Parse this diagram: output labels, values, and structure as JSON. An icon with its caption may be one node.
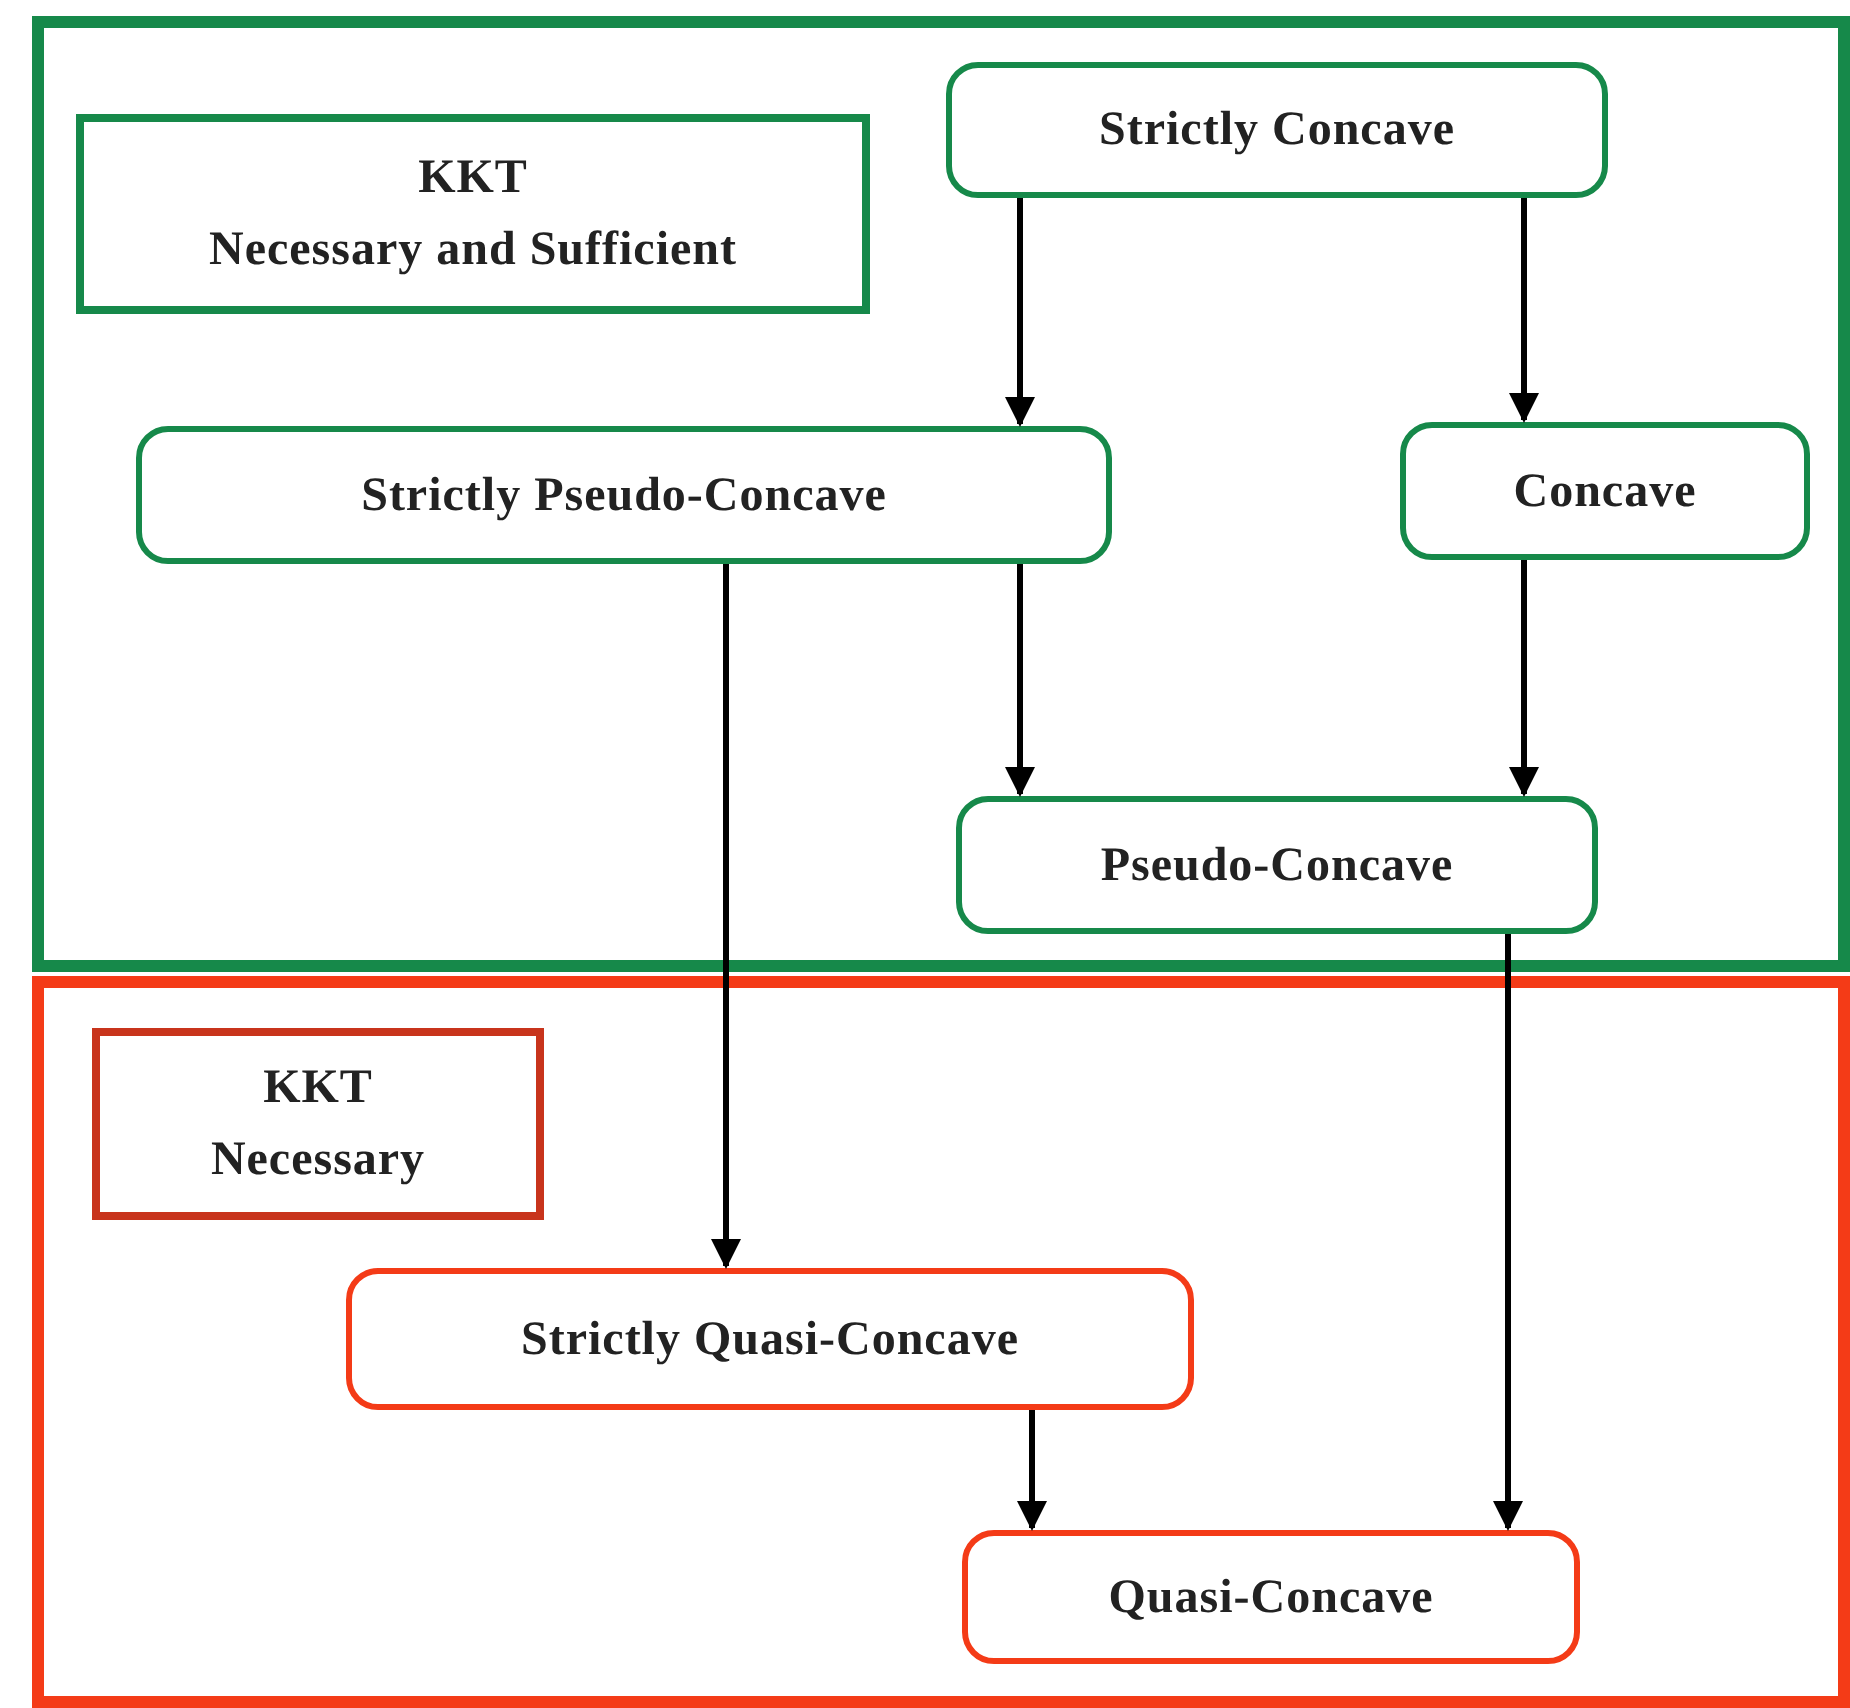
{
  "diagram": {
    "nodes": [
      {
        "text": [],
        "shape": "box"
      },
      {
        "text": [
          "KKT",
          "Necessary and Sufficient"
        ],
        "in": 0
      },
      {
        "text": [
          "Strictly Concave"
        ],
        "in": 0
      },
      {
        "text": [
          "Strictly Pseudo-Concave"
        ],
        "in": 0
      },
      {
        "text": [
          "Concave"
        ],
        "in": 0
      },
      {
        "text": [
          "Pseudo-Concave"
        ],
        "in": 0
      },
      {
        "text": [],
        "shape": "box"
      },
      {
        "text": [
          "KKT",
          "Necessary"
        ],
        "in": 6
      },
      {
        "text": [
          "Strictly Quasi-Concave"
        ],
        "in": 6
      },
      {
        "text": [
          "Quasi-Concave"
        ],
        "in": 6
      }
    ],
    "edges": [
      {
        "from": 2,
        "to": 3,
        "arrow": "to"
      },
      {
        "from": 2,
        "to": 4,
        "arrow": "to"
      },
      {
        "from": 3,
        "to": 5,
        "arrow": "to"
      },
      {
        "from": 4,
        "to": 5,
        "arrow": "to"
      },
      {
        "from": 3,
        "to": 8,
        "arrow": "to"
      },
      {
        "from": 5,
        "to": 9,
        "arrow": "to"
      },
      {
        "from": 8,
        "to": 9,
        "arrow": "to"
      }
    ]
  }
}
